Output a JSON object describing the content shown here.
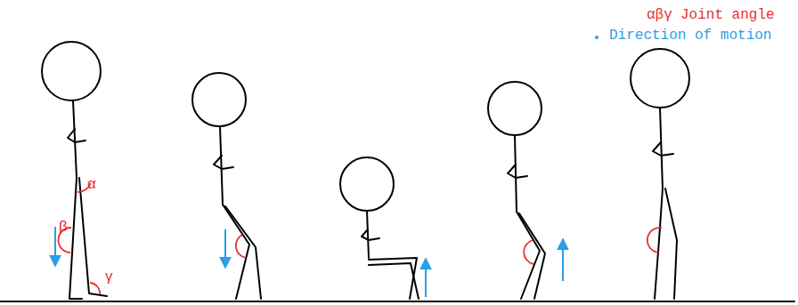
{
  "diagram": {
    "labels": [
      "αβγ",
      "α",
      "β",
      "γ"
    ],
    "legend": [
      {
        "text": "Joint angle"
      },
      {
        "text": "Direction of motion",
        "color": "#2b9fe6"
      }
    ]
  }
}
